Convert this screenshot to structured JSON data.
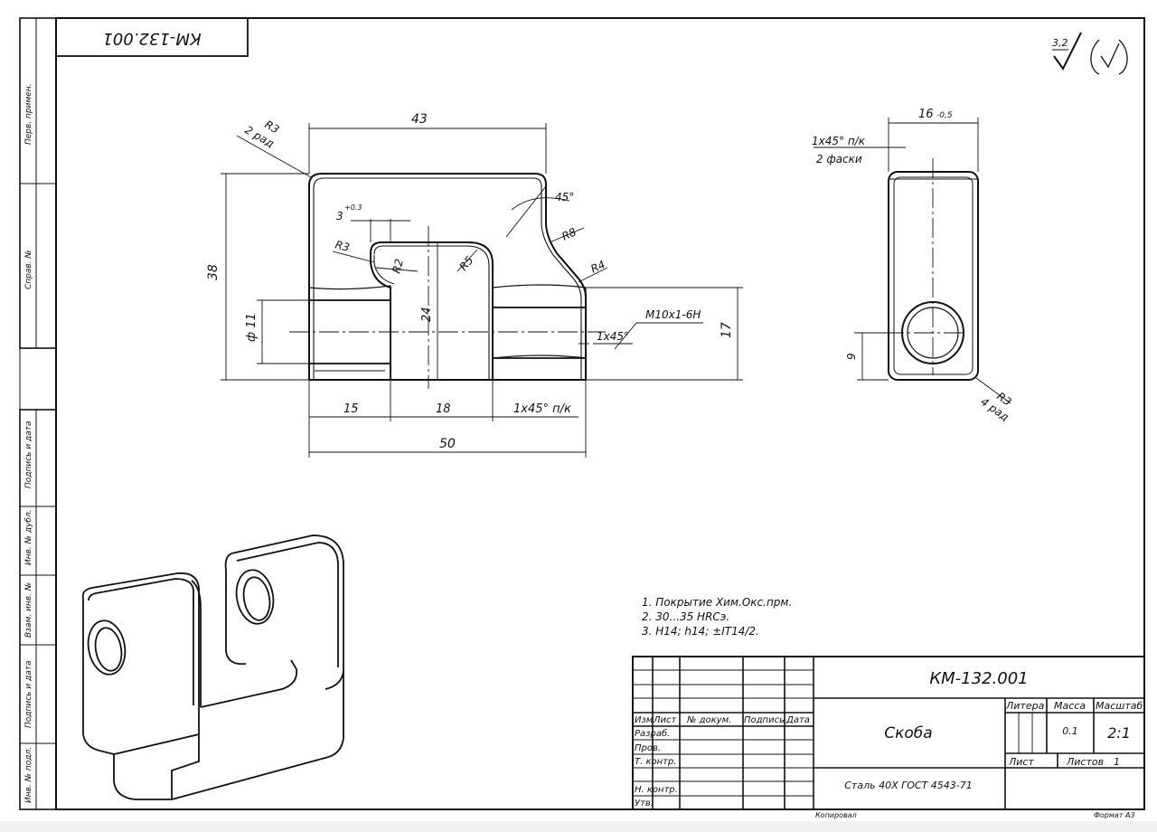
{
  "title_block": {
    "designation": "КМ-132.001",
    "designation_rotated": "КМ-132.001",
    "part_name": "Скоба",
    "material": "Сталь 40Х ГОСТ 4543-71",
    "headers": {
      "izm": "Изм",
      "list": "Лист",
      "doc": "№ докум.",
      "sign": "Подпись",
      "date": "Дата",
      "litera": "Литера",
      "massa": "Масса",
      "masshtab": "Масштаб",
      "list2": "Лист",
      "listov": "Листов"
    },
    "roles": [
      "Разраб.",
      "Пров.",
      "Т. контр.",
      "Н. контр.",
      "Утв."
    ],
    "mass": "0.1",
    "scale": "2:1",
    "sheets_total": "1",
    "copied": "Копировал",
    "format": "Формат А3"
  },
  "side_stamp": [
    "Перв. примен.",
    "Справ. №",
    "Подпись и дата",
    "Инв. № дубл.",
    "Взам. инв. №",
    "Подпись и дата",
    "Инв. № подл."
  ],
  "roughness": {
    "value": "3,2"
  },
  "notes": [
    "1. Покрытие Хим.Окс.прм.",
    "2. 30...35 HRCэ.",
    "3. H14; h14; ±IT14/2."
  ],
  "dimensions": {
    "width_top": "43",
    "height": "38",
    "bore": "ф 11",
    "slot_height": "24",
    "slot_chamfer": "3",
    "slot_chamfer_tol": "+0.3",
    "thread": "M10x1-6H",
    "thread_chamfer": "1x45°",
    "right_height": "17",
    "d15": "15",
    "d18": "18",
    "chamfer_note": "1x45° п/к",
    "total_length": "50",
    "r3_top": "R3",
    "r3_top_qty": "2 рад",
    "r3_slot": "R3",
    "r2": "R2",
    "r5": "R5",
    "r8": "R8",
    "r4": "R4",
    "angle": "45°",
    "thickness": "16",
    "thickness_tol": "-0,5",
    "side_chamfer": "1x45° п/к",
    "side_chamfer_qty": "2 фаски",
    "hole_pos": "9",
    "r3_side": "R3",
    "r3_side_qty": "4 рад"
  }
}
